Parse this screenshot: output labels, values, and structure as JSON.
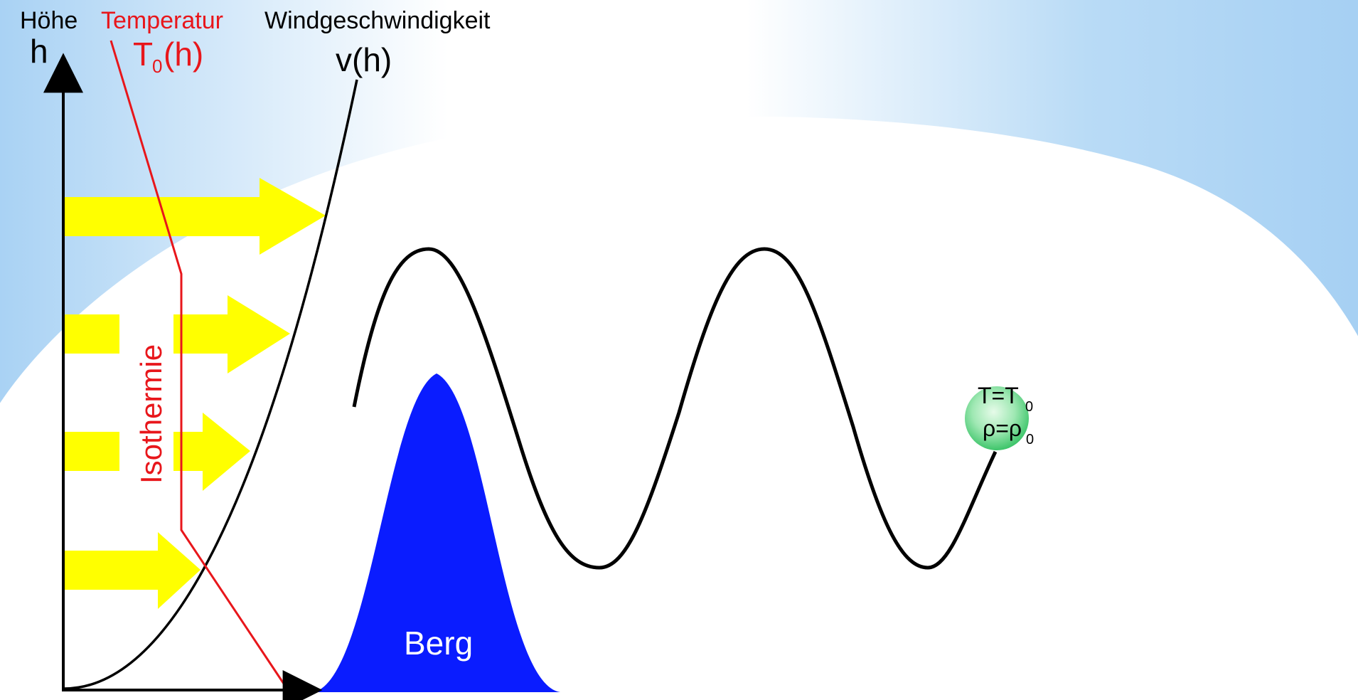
{
  "labels": {
    "height_title": "Höhe",
    "temperature_title": "Temperatur",
    "wind_title": "Windgeschwindigkeit",
    "height_axis": "h",
    "temperature_symbol": "T",
    "temperature_symbol_sub": "0",
    "temperature_symbol_arg": "(h)",
    "wind_symbol": "v(h)",
    "isothermal_label": "Isothermie",
    "mountain_label": "Berg",
    "equilibrium_line1_left": "T=T",
    "equilibrium_line1_sub": "0",
    "equilibrium_line2_left": "ρ=ρ",
    "equilibrium_line2_sub": "0"
  },
  "colors": {
    "sky_blue": "#a9d2f4",
    "cloud_white": "#ffffff",
    "axis_black": "#000000",
    "temperature_red": "#e8161b",
    "arrow_yellow": "#ffff00",
    "mountain_blue": "#0a1cff",
    "equilibrium_green": "#4fd17a"
  }
}
